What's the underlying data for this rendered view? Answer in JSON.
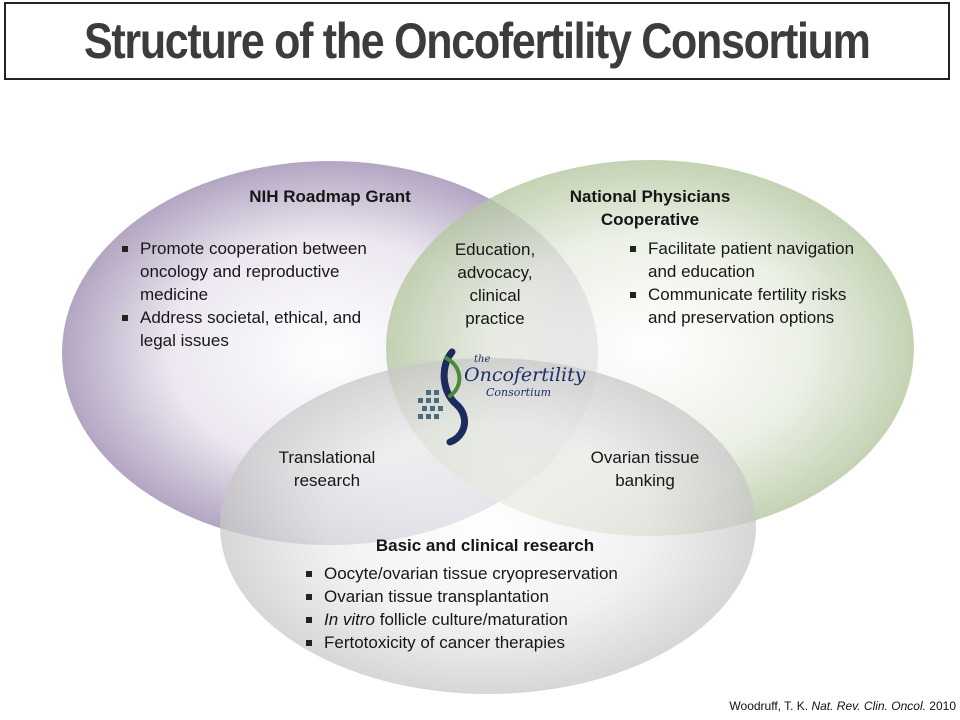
{
  "title": "Structure of the Oncofertility Consortium",
  "circles": {
    "nih": {
      "title": "NIH Roadmap Grant",
      "bullets": [
        "Promote cooperation between oncology and reproductive medicine",
        "Address societal, ethical, and legal issues"
      ],
      "color": "#a596b7"
    },
    "physicians": {
      "title_line1": "National Physicians",
      "title_line2": "Cooperative",
      "bullets": [
        "Facilitate patient navigation and education",
        "Communicate fertility risks and preservation options"
      ],
      "color": "#b4c69f"
    },
    "research": {
      "title": "Basic and clinical research",
      "bullets": [
        "Oocyte/ovarian tissue cryopreservation",
        "Ovarian tissue transplantation",
        "In vitro follicle culture/maturation",
        "Fertotoxicity of cancer therapies"
      ],
      "color": "#c7c7c7"
    }
  },
  "overlaps": {
    "nih_physicians": "Education, advocacy, clinical practice",
    "nih_research_line1": "Translational",
    "nih_research_line2": "research",
    "physicians_research_line1": "Ovarian tissue",
    "physicians_research_line2": "banking"
  },
  "logo": {
    "line1": "the",
    "line2": "Oncofertility",
    "line3": "Consortium"
  },
  "citation": {
    "author": "Woodruff, T. K.",
    "journal": "Nat. Rev. Clin. Oncol.",
    "year": "2010"
  }
}
